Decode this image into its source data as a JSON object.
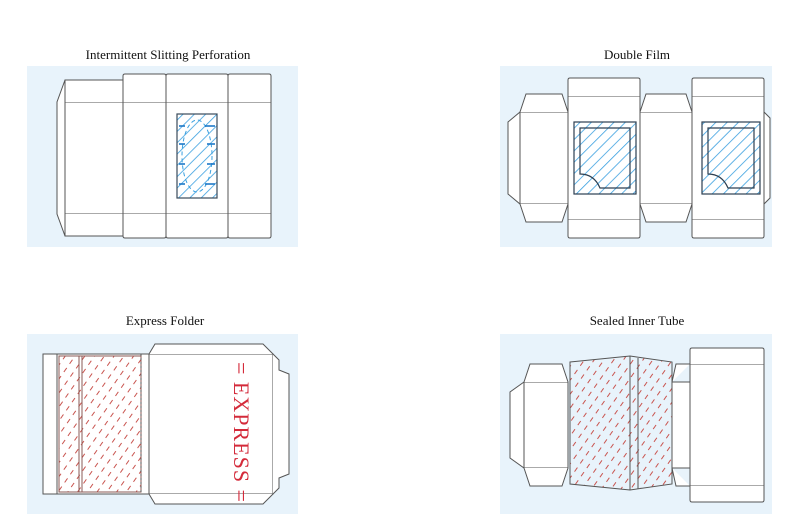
{
  "panels": [
    {
      "caption": "Intermittent Slitting Perforation"
    },
    {
      "caption": "Double Film"
    },
    {
      "caption": "Express Folder",
      "stamp_text": "= EXPRESS ="
    },
    {
      "caption": "Sealed Inner Tube"
    }
  ],
  "colors": {
    "panel_background": "#e8f3fb",
    "dieline": "#555555",
    "film_blue": "#3aa0e0",
    "adhesive_red": "#c9544f",
    "express_red": "#d42a3a"
  }
}
